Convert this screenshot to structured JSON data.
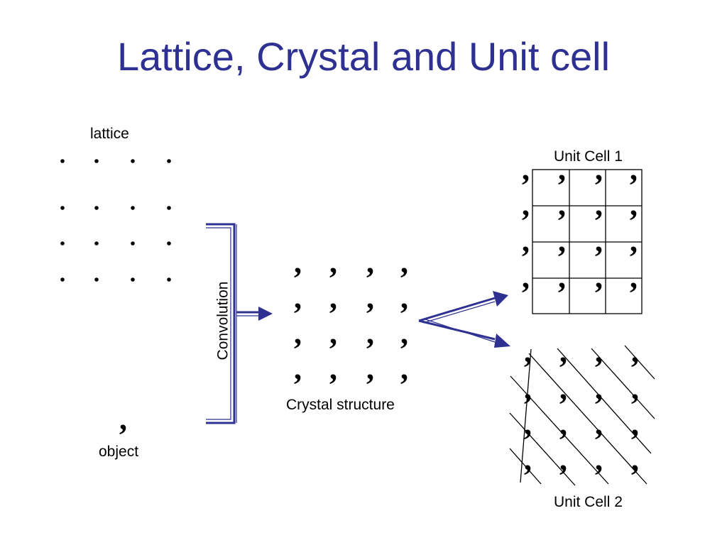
{
  "slide": {
    "title": "Lattice, Crystal and Unit cell"
  },
  "labels": {
    "lattice": "lattice",
    "object": "object",
    "convolution": "Convolution",
    "crystal_structure": "Crystal structure",
    "unit_cell_1": "Unit Cell 1",
    "unit_cell_2": "Unit Cell 2"
  },
  "glyphs": {
    "lattice_point": "•",
    "motif": ","
  },
  "grids": {
    "lattice_rows": 4,
    "lattice_cols": 4,
    "crystal_rows": 4,
    "crystal_cols": 4
  },
  "colors": {
    "title": "#2e3192",
    "bracket": "#2e3192",
    "arrow": "#2e3192",
    "text": "#000000",
    "grid_lines": "#000000"
  }
}
